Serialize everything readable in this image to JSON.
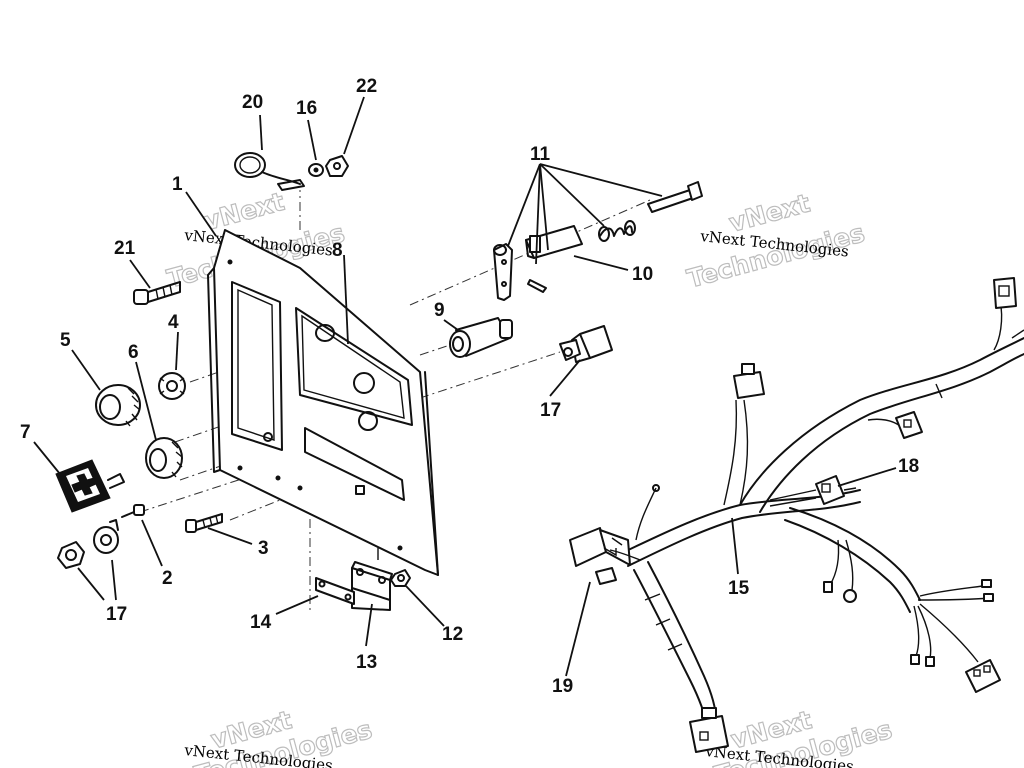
{
  "callouts": {
    "c1": "1",
    "c2": "2",
    "c3": "3",
    "c4": "4",
    "c5": "5",
    "c6": "6",
    "c7": "7",
    "c8": "8",
    "c9": "9",
    "c10": "10",
    "c11": "11",
    "c12": "12",
    "c13": "13",
    "c14": "14",
    "c15": "15",
    "c16": "16",
    "c17a": "17",
    "c17b": "17",
    "c18": "18",
    "c19": "19",
    "c20": "20",
    "c21": "21",
    "c22": "22"
  },
  "watermark": {
    "small": "vNext Technologies",
    "big": "Technologies",
    "brand": "vNext"
  }
}
